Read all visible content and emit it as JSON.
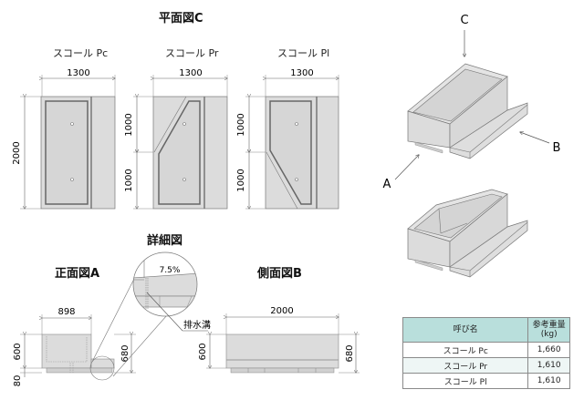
{
  "plan_view": {
    "title": "平面図C",
    "variants": [
      {
        "name": "スコール Pc",
        "width_dim": "1300",
        "height_dims": [
          "2000"
        ]
      },
      {
        "name": "スコール Pr",
        "width_dim": "1300",
        "height_dims": [
          "1000",
          "1000"
        ]
      },
      {
        "name": "スコール Pl",
        "width_dim": "1300",
        "height_dims": [
          "1000",
          "1000"
        ]
      }
    ]
  },
  "detail_view": {
    "title": "詳細図",
    "slope_label": "7.5%",
    "drain_label": "排水溝"
  },
  "front_view": {
    "title": "正面図A",
    "width_dim": "898",
    "height_dims": [
      "600",
      "80"
    ],
    "total_height_dim": "680"
  },
  "side_view": {
    "title": "側面図B",
    "width_dim": "2000",
    "height_dim": "600",
    "total_height_dim": "680"
  },
  "isometric": {
    "direction_labels": [
      "C",
      "B",
      "A"
    ]
  },
  "spec_table": {
    "headers": [
      "呼び名",
      "参考重量",
      "(kg)"
    ],
    "rows": [
      {
        "name": "スコール Pc",
        "weight": "1,660"
      },
      {
        "name": "スコール Pr",
        "weight": "1,610"
      },
      {
        "name": "スコール Pl",
        "weight": "1,610"
      }
    ],
    "header_color": "#b9dfdc"
  }
}
